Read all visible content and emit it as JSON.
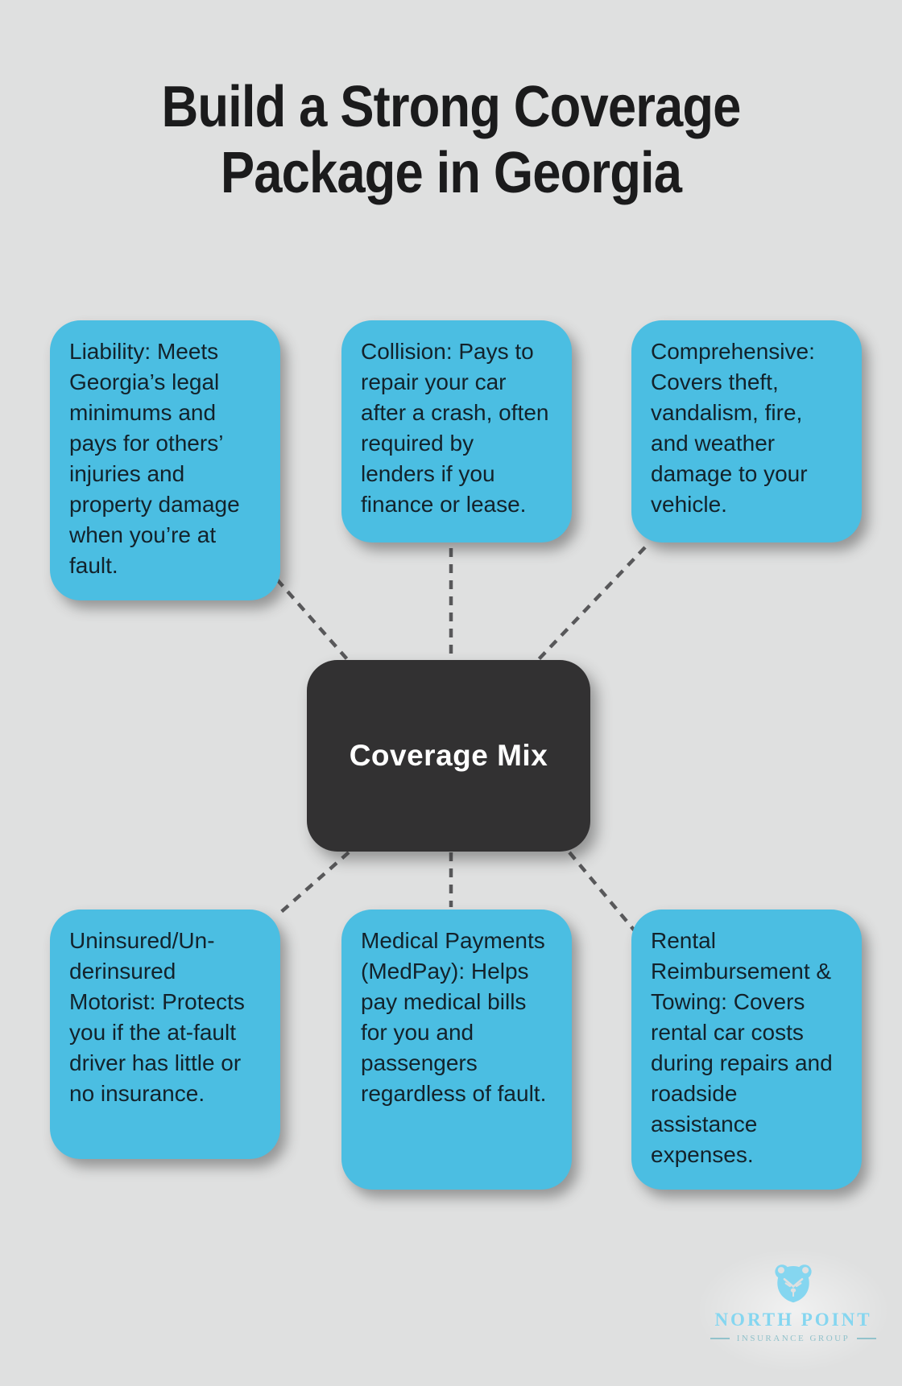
{
  "title": {
    "text": "Build a Strong Coverage Package in Georgia",
    "lines": [
      "Build a Strong Coverage",
      "Package in Georgia"
    ]
  },
  "center": {
    "label": "Coverage Mix"
  },
  "cards": [
    {
      "id": "liability",
      "text": "Liability: Meets Georgia’s legal minimums and pays for others’ injuries and property damage when you’re at fault."
    },
    {
      "id": "collision",
      "text": "Collision: Pays to repair your car after a crash, often required by lenders if you finance or lease."
    },
    {
      "id": "comprehensive",
      "text": "Comprehensive: Covers theft, vandalism, fire, and weather damage to your vehicle."
    },
    {
      "id": "uninsured-underinsured-motorist",
      "text": "Uninsured/Un-derinsured Motorist: Protects you if the at-fault driver has little or no insurance."
    },
    {
      "id": "medical-payments",
      "text": "Medical Payments (MedPay): Helps pay medical bills for you and passengers regardless of fault."
    },
    {
      "id": "rental-reimbursement-towing",
      "text": "Rental Reimbursement & Towing: Covers rental car costs during repairs and roadside assistance expenses."
    }
  ],
  "logo": {
    "name": "NORTH POINT",
    "subtitle": "INSURANCE GROUP"
  },
  "colors": {
    "bg": "#dfe0e0",
    "title_text": "#1b1b1c",
    "card_bg": "#4bbee2",
    "card_text": "#13222b",
    "node_bg": "#323132",
    "node_text": "#ffffff",
    "dash": "#58585a",
    "logo_blue": "#85d6f0",
    "logo_sub": "#92c2cb"
  }
}
